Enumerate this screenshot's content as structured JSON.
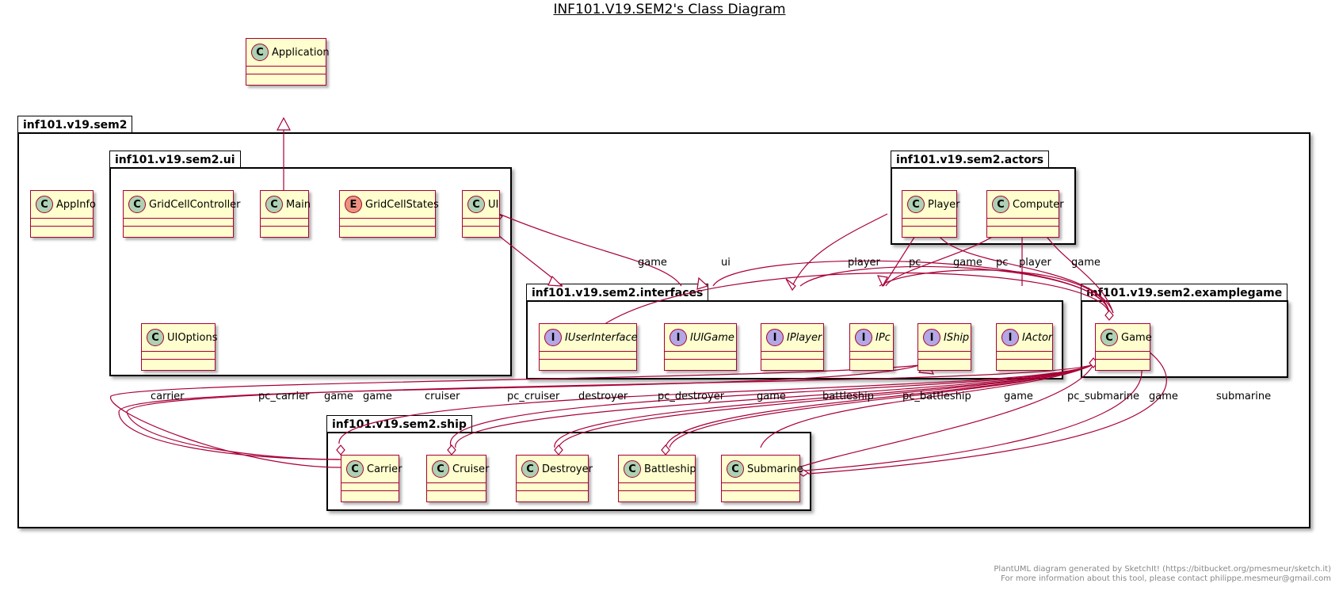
{
  "title": "INF101.V19.SEM2's Class Diagram",
  "footer": {
    "line1": "PlantUML diagram generated by SketchIt! (https://bitbucket.org/pmesmeur/sketch.it)",
    "line2": "For more information about this tool, please contact philippe.mesmeur@gmail.com"
  },
  "colors": {
    "class_fill": "#fefece",
    "border": "#a80036",
    "class_badge": "#add1b2",
    "interface_badge": "#b4a7e5",
    "enum_badge": "#eb937f"
  },
  "packages": {
    "root": "inf101.v19.sem2",
    "ui": "inf101.v19.sem2.ui",
    "actors": "inf101.v19.sem2.actors",
    "interfaces": "inf101.v19.sem2.interfaces",
    "examplegame": "inf101.v19.sem2.examplegame",
    "ship": "inf101.v19.sem2.ship"
  },
  "classes": {
    "application": {
      "badge": "C",
      "name": "Application"
    },
    "appinfo": {
      "badge": "C",
      "name": "AppInfo"
    },
    "gridcellcontroller": {
      "badge": "C",
      "name": "GridCellController"
    },
    "main": {
      "badge": "C",
      "name": "Main"
    },
    "gridcellstates": {
      "badge": "E",
      "name": "GridCellStates"
    },
    "ui": {
      "badge": "C",
      "name": "UI"
    },
    "uioptions": {
      "badge": "C",
      "name": "UIOptions"
    },
    "player": {
      "badge": "C",
      "name": "Player"
    },
    "computer": {
      "badge": "C",
      "name": "Computer"
    },
    "iuserinterface": {
      "badge": "I",
      "name": "IUserInterface"
    },
    "iuigame": {
      "badge": "I",
      "name": "IUIGame"
    },
    "iplayer": {
      "badge": "I",
      "name": "IPlayer"
    },
    "ipc": {
      "badge": "I",
      "name": "IPc"
    },
    "iship": {
      "badge": "I",
      "name": "IShip"
    },
    "iactor": {
      "badge": "I",
      "name": "IActor"
    },
    "game": {
      "badge": "C",
      "name": "Game"
    },
    "carrier": {
      "badge": "C",
      "name": "Carrier"
    },
    "cruiser": {
      "badge": "C",
      "name": "Cruiser"
    },
    "destroyer": {
      "badge": "C",
      "name": "Destroyer"
    },
    "battleship": {
      "badge": "C",
      "name": "Battleship"
    },
    "submarine": {
      "badge": "C",
      "name": "Submarine"
    }
  },
  "relations": [
    {
      "from": "main",
      "to": "application",
      "kind": "inherit",
      "label": ""
    },
    {
      "from": "ui",
      "to": "iuserinterface",
      "kind": "inherit",
      "label": ""
    },
    {
      "from": "ui",
      "to": "iuigame",
      "kind": "aggregate",
      "label": "game"
    },
    {
      "from": "game",
      "to": "iuserinterface",
      "kind": "aggregate",
      "label": "ui"
    },
    {
      "from": "game",
      "to": "iuigame",
      "kind": "inherit",
      "label": ""
    },
    {
      "from": "game",
      "to": "iplayer",
      "kind": "aggregate",
      "label": "player"
    },
    {
      "from": "game",
      "to": "ipc",
      "kind": "aggregate",
      "label": "pc"
    },
    {
      "from": "player",
      "to": "iplayer",
      "kind": "inherit",
      "label": ""
    },
    {
      "from": "player",
      "to": "ipc",
      "kind": "aggregate",
      "label": "pc"
    },
    {
      "from": "player",
      "to": "game",
      "kind": "aggregate",
      "label": "game"
    },
    {
      "from": "computer",
      "to": "ipc",
      "kind": "inherit",
      "label": ""
    },
    {
      "from": "computer",
      "to": "iactor",
      "kind": "aggregate",
      "label": "player"
    },
    {
      "from": "computer",
      "to": "game",
      "kind": "aggregate",
      "label": "game"
    },
    {
      "from": "game",
      "to": "carrier",
      "kind": "aggregate",
      "label": "carrier"
    },
    {
      "from": "game",
      "to": "carrier",
      "kind": "aggregate",
      "label": "pc_carrier"
    },
    {
      "from": "carrier",
      "to": "iship",
      "kind": "inherit",
      "label": ""
    },
    {
      "from": "carrier",
      "to": "game",
      "kind": "aggregate",
      "label": "game"
    },
    {
      "from": "cruiser",
      "to": "game",
      "kind": "aggregate",
      "label": "game"
    },
    {
      "from": "game",
      "to": "cruiser",
      "kind": "aggregate",
      "label": "cruiser"
    },
    {
      "from": "game",
      "to": "cruiser",
      "kind": "aggregate",
      "label": "pc_cruiser"
    },
    {
      "from": "cruiser",
      "to": "iship",
      "kind": "inherit",
      "label": ""
    },
    {
      "from": "game",
      "to": "destroyer",
      "kind": "aggregate",
      "label": "destroyer"
    },
    {
      "from": "game",
      "to": "destroyer",
      "kind": "aggregate",
      "label": "pc_destroyer"
    },
    {
      "from": "destroyer",
      "to": "iship",
      "kind": "inherit",
      "label": ""
    },
    {
      "from": "destroyer",
      "to": "game",
      "kind": "aggregate",
      "label": "game"
    },
    {
      "from": "game",
      "to": "battleship",
      "kind": "aggregate",
      "label": "battleship"
    },
    {
      "from": "game",
      "to": "battleship",
      "kind": "aggregate",
      "label": "pc_battleship"
    },
    {
      "from": "battleship",
      "to": "iship",
      "kind": "inherit",
      "label": ""
    },
    {
      "from": "battleship",
      "to": "game",
      "kind": "aggregate",
      "label": "game"
    },
    {
      "from": "game",
      "to": "submarine",
      "kind": "aggregate",
      "label": "pc_submarine"
    },
    {
      "from": "submarine",
      "to": "game",
      "kind": "aggregate",
      "label": "game"
    },
    {
      "from": "game",
      "to": "submarine",
      "kind": "aggregate",
      "label": "submarine"
    },
    {
      "from": "submarine",
      "to": "iship",
      "kind": "inherit",
      "label": ""
    }
  ]
}
